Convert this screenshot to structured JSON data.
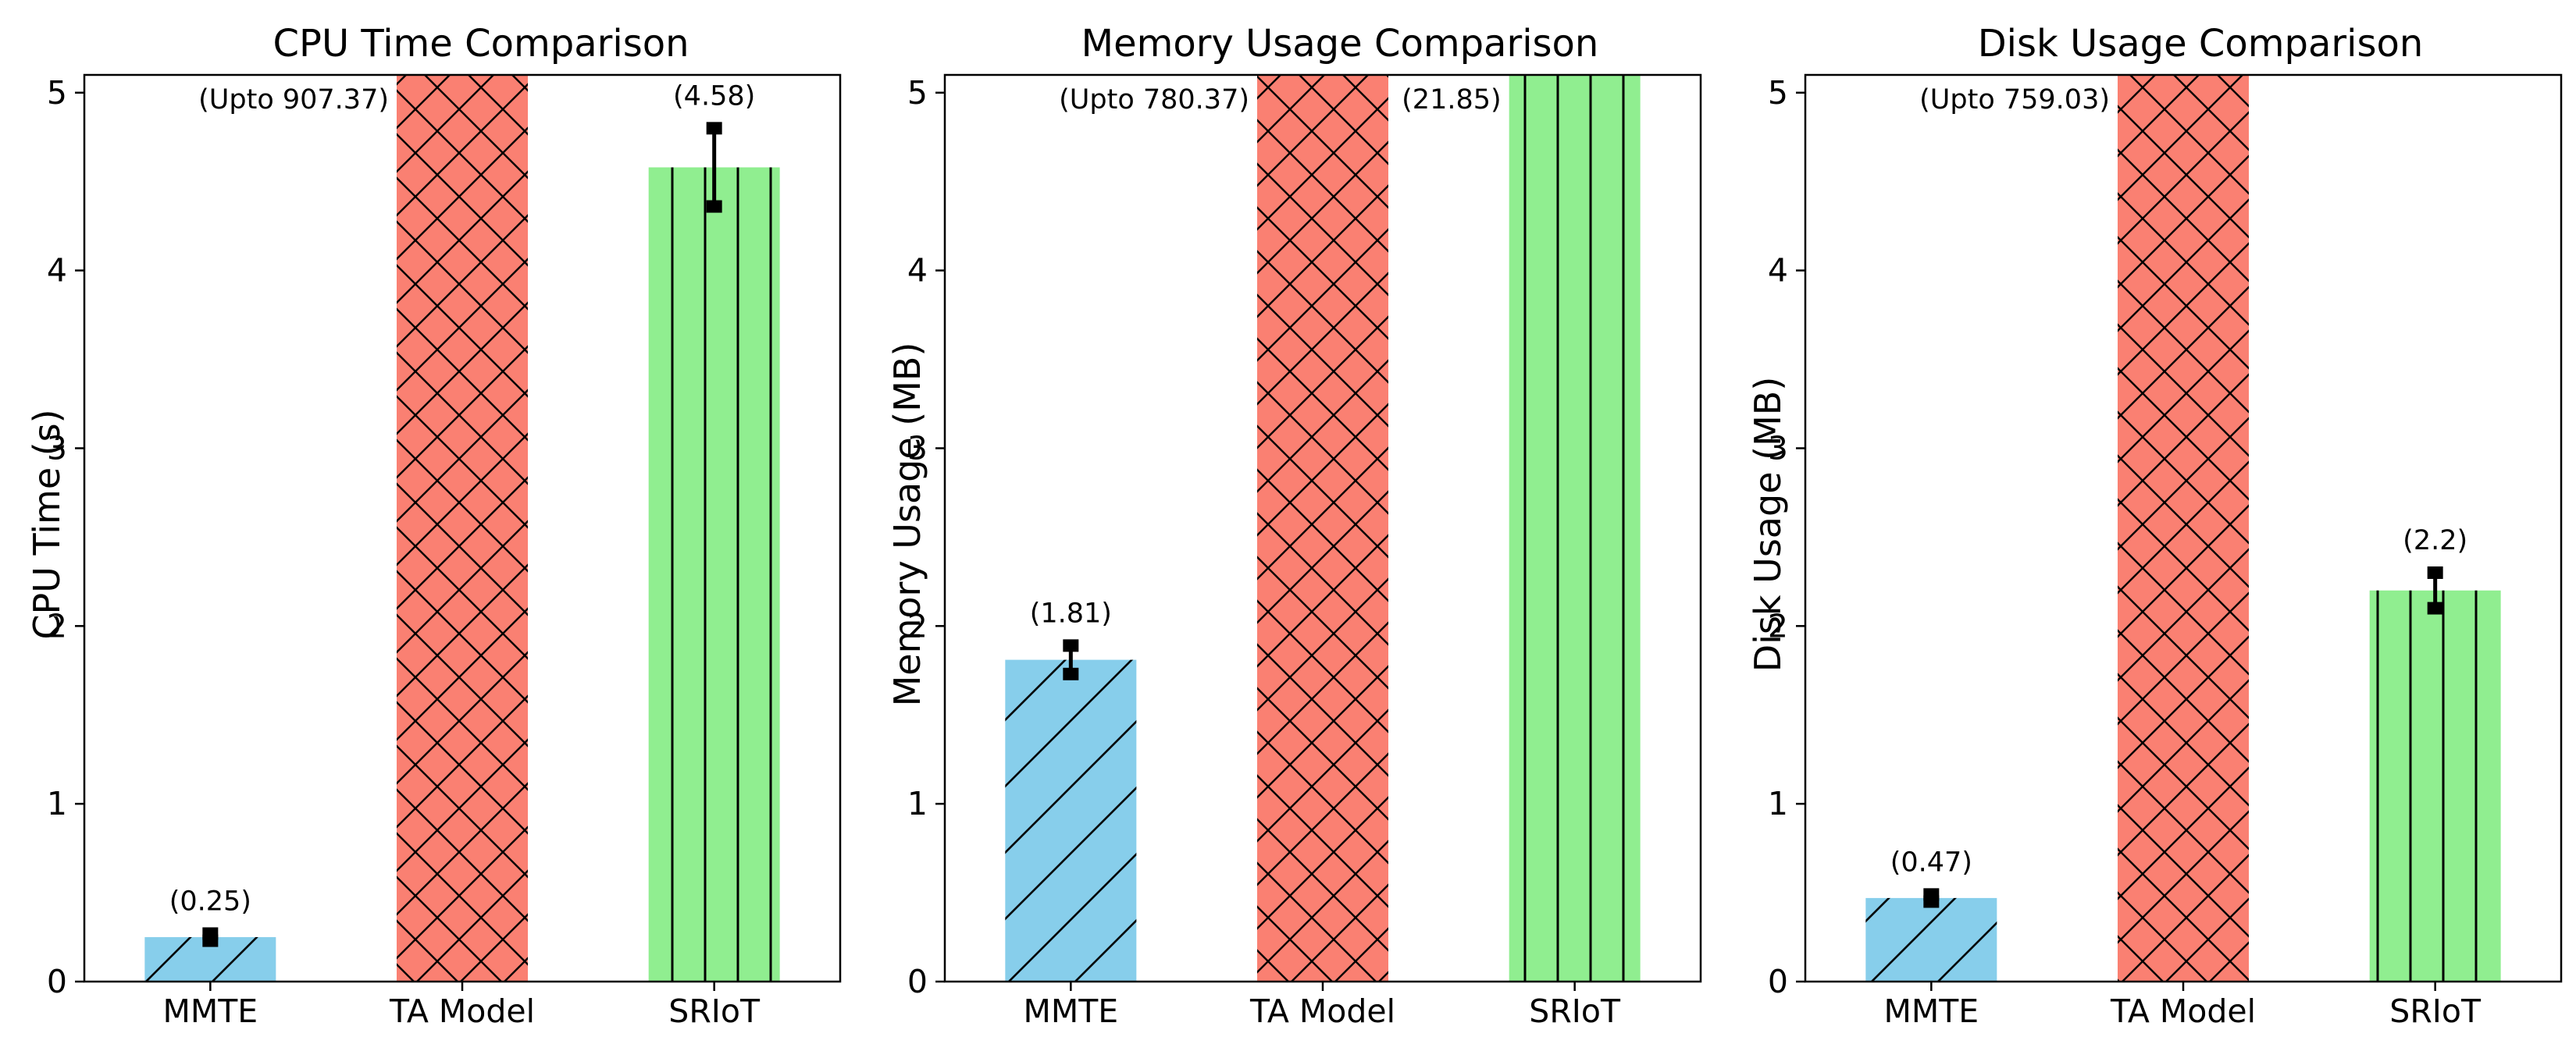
{
  "chart_data": [
    {
      "type": "bar",
      "title": "CPU Time Comparison",
      "xlabel": "",
      "ylabel": "CPU Time (s)",
      "ylim": [
        0,
        5.1
      ],
      "yticks": [
        "0",
        "1",
        "2",
        "3",
        "4",
        "5"
      ],
      "categories": [
        "MMTE",
        "TA Model",
        "SRIoT"
      ],
      "values": [
        0.25,
        907.37,
        4.58
      ],
      "errors": [
        0.02,
        null,
        0.22
      ],
      "bar_labels": [
        "(0.25)",
        "(Upto 907.37)",
        "(4.58)"
      ],
      "colors": [
        "#87CEEB",
        "#FA8072",
        "#90EE90"
      ],
      "hatches": [
        "diagonal",
        "cross",
        "vertical"
      ],
      "grid": false
    },
    {
      "type": "bar",
      "title": "Memory Usage Comparison",
      "xlabel": "",
      "ylabel": "Memory Usage (MB)",
      "ylim": [
        0,
        5.1
      ],
      "yticks": [
        "0",
        "1",
        "2",
        "3",
        "4",
        "5"
      ],
      "categories": [
        "MMTE",
        "TA Model",
        "SRIoT"
      ],
      "values": [
        1.81,
        780.37,
        21.85
      ],
      "errors": [
        0.08,
        null,
        null
      ],
      "bar_labels": [
        "(1.81)",
        "(Upto 780.37)",
        "(21.85)"
      ],
      "colors": [
        "#87CEEB",
        "#FA8072",
        "#90EE90"
      ],
      "hatches": [
        "diagonal",
        "cross",
        "vertical"
      ],
      "grid": false
    },
    {
      "type": "bar",
      "title": "Disk Usage Comparison",
      "xlabel": "",
      "ylabel": "Disk Usage (MB)",
      "ylim": [
        0,
        5.1
      ],
      "yticks": [
        "0",
        "1",
        "2",
        "3",
        "4",
        "5"
      ],
      "categories": [
        "MMTE",
        "TA Model",
        "SRIoT"
      ],
      "values": [
        0.47,
        759.03,
        2.2
      ],
      "errors": [
        0.02,
        null,
        0.1
      ],
      "bar_labels": [
        "(0.47)",
        "(Upto 759.03)",
        "(2.2)"
      ],
      "colors": [
        "#87CEEB",
        "#FA8072",
        "#90EE90"
      ],
      "hatches": [
        "diagonal",
        "cross",
        "vertical"
      ],
      "grid": false
    }
  ]
}
